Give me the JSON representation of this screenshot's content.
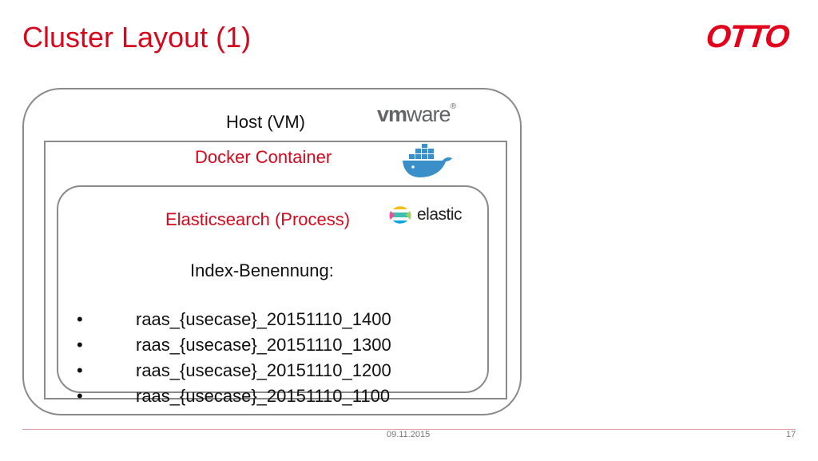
{
  "slide": {
    "title": "Cluster Layout (1)",
    "brand": "OTTO"
  },
  "diagram": {
    "host_label": "Host (VM)",
    "docker_label": "Docker Container",
    "process_label": "Elasticsearch (Process)",
    "index_heading": "Index-Benennung:",
    "bullet": "•",
    "indices": [
      "raas_{usecase}_20151110_1400",
      "raas_{usecase}_20151110_1300",
      "raas_{usecase}_20151110_1200",
      "raas_{usecase}_20151110_1100"
    ]
  },
  "logos": {
    "vmware_vm": "vm",
    "vmware_ware": "ware",
    "vmware_reg": "®",
    "elastic": "elastic",
    "docker_icon": "docker-whale-icon"
  },
  "footer": {
    "date": "09.11.2015",
    "page": "17"
  },
  "colors": {
    "accent_red": "#d4091e",
    "otto_red": "#e2001a",
    "box_border": "#8a8a8a",
    "docker_blue": "#3a8fc9"
  }
}
